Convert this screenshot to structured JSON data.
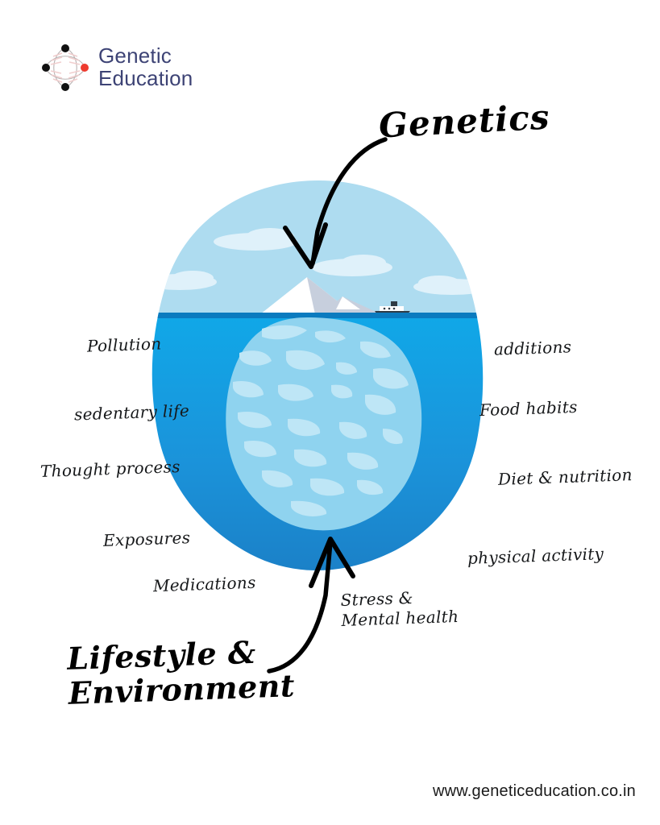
{
  "brand": {
    "line1": "Genetic",
    "line2": "Education",
    "text_color": "#3d4375",
    "mark_dot_color": "#111111",
    "mark_accent_color": "#ee3b2f",
    "mark_strand_color": "#f3d4d4"
  },
  "headings": {
    "genetics": "Genetics",
    "lifestyle_line1": "Lifestyle &",
    "lifestyle_line2": "Environment"
  },
  "labels": {
    "left": [
      {
        "id": "pollution",
        "text": "Pollution"
      },
      {
        "id": "sedentary",
        "text": "sedentary life"
      },
      {
        "id": "thought",
        "text": "Thought process"
      },
      {
        "id": "exposures",
        "text": "Exposures"
      },
      {
        "id": "medications",
        "text": "Medications"
      }
    ],
    "right": [
      {
        "id": "additions",
        "text": "additions"
      },
      {
        "id": "foodhabits",
        "text": "Food habits"
      },
      {
        "id": "dietnutrition",
        "text": "Diet & nutrition"
      },
      {
        "id": "physical",
        "text": "physical activity"
      }
    ],
    "bottom_center": "Stress & Mental health"
  },
  "illustration": {
    "sky_color": "#aedcf0",
    "water_top_color": "#10a8e8",
    "water_bottom_color": "#1b7fc6",
    "waterline_color": "#0b7bbf",
    "cloud_color": "#dff1fa",
    "iceberg_tip_white": "#ffffff",
    "iceberg_tip_shadow": "#c7cfdd",
    "iceberg_body_color": "#8fd3ef",
    "iceberg_highlight_color": "#bee6f6",
    "ship_hull_color": "#2f3b44",
    "ship_cabin_color": "#ffffff",
    "arrow_color": "#000000"
  },
  "footer": {
    "url": "www.geneticeducation.co.in"
  }
}
